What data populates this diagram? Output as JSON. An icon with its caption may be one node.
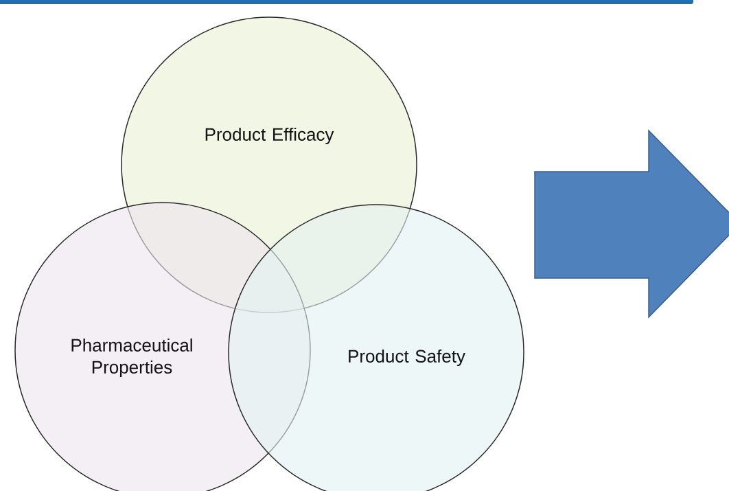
{
  "diagram": {
    "nodes": [
      {
        "text": [
          "Product Efficacy"
        ]
      },
      {
        "text": [
          "Pharmaceutical Properties"
        ]
      },
      {
        "text": [
          "Product Safety"
        ]
      }
    ]
  }
}
